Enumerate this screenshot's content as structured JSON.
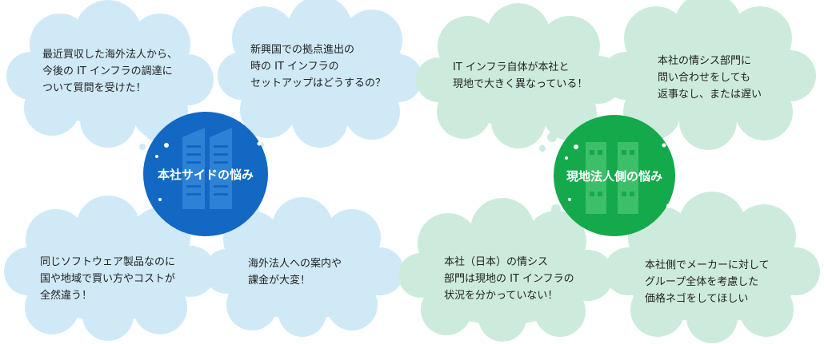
{
  "colors": {
    "left_cloud": "#cfe9f7",
    "right_cloud": "#cdebdc",
    "left_circle": "#1268c2",
    "right_circle": "#14a94b"
  },
  "left": {
    "title": "本社サイドの悩み",
    "icon": "office-buildings-icon",
    "bubbles": [
      "最近買収した海外法人から、\n今後の IT インフラの調達に\nついて質問を受けた！",
      "新興国での拠点進出の\n時の IT インフラの\nセットアップはどうするの？",
      "同じソフトウェア製品なのに\n国や地域で買い方やコストが\n全然違う！",
      "海外法人への案内や\n課金が大変！"
    ]
  },
  "right": {
    "title": "現地法人側の悩み",
    "icon": "office-building-icon",
    "bubbles": [
      "IT インフラ自体が本社と\n現地で大きく異なっている！",
      "本社の情シス部門に\n問い合わせをしても\n返事なし、または遅い",
      "本社（日本）の情シス\n部門は現地の IT インフラの\n状況を分かっていない！",
      "本社側でメーカーに対して\nグループ全体を考慮した\n価格ネゴをしてほしい"
    ]
  }
}
